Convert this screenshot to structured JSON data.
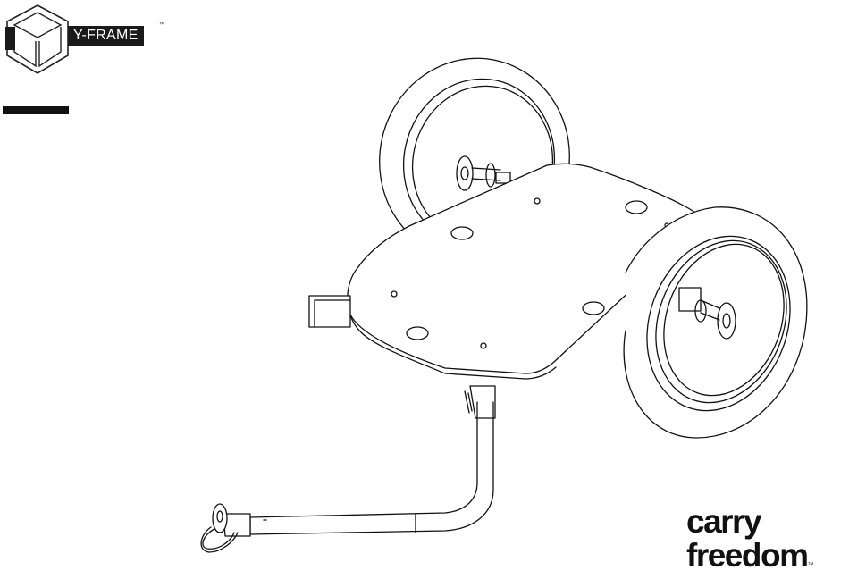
{
  "logo": {
    "label": "Y-FRAME",
    "trademark": "™"
  },
  "brand": {
    "line1": "carry",
    "line2": "freedom",
    "trademark": "™"
  },
  "icons": {
    "logo_mark": "y-frame-cube-icon",
    "illustration": "bicycle-trailer-drawing"
  }
}
